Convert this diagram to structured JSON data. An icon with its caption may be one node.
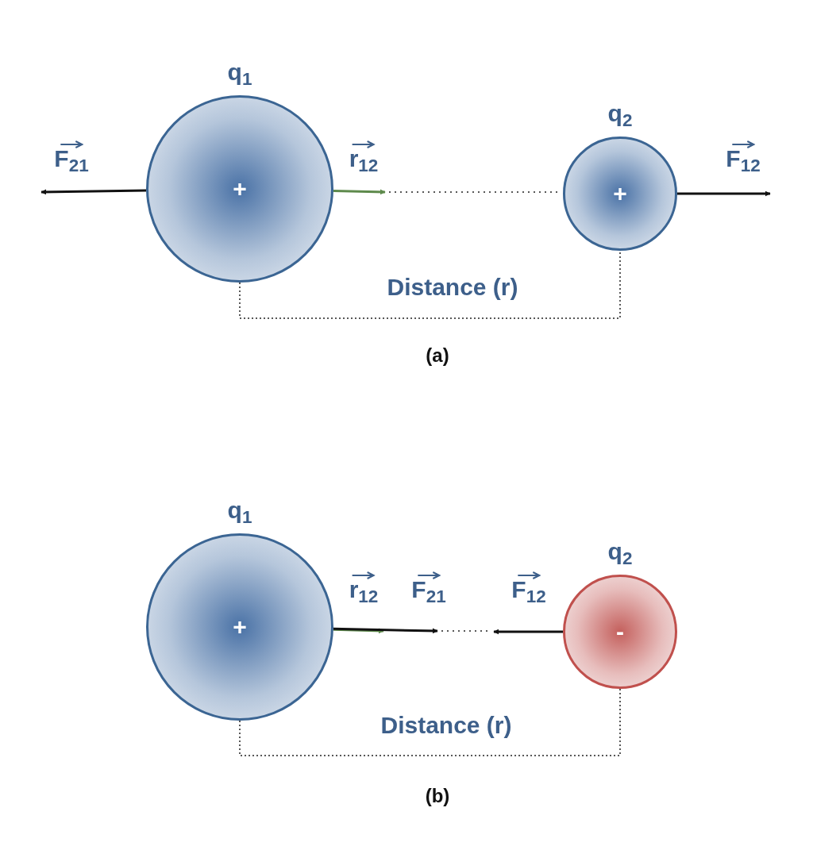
{
  "diagram": {
    "nodes": [
      {
        "text": [
          "+"
        ],
        "beside": [
          "q$_{1}$"
        ]
      },
      {
        "text": [
          "+"
        ],
        "beside": [
          "q$_{2}$"
        ]
      },
      {
        "text": [
          "+"
        ],
        "beside": [
          "q$_{1}$"
        ]
      },
      {
        "text": [
          "-"
        ],
        "beside": [
          "q$_{2}$"
        ]
      }
    ],
    "edges": [
      {
        "from": 0,
        "to": null,
        "arrow": "to",
        "label": "F$_{21}$"
      },
      {
        "from": 0,
        "to": null,
        "arrow": "to",
        "label": "r$_{12}$",
        "color": "#5e8a4c"
      },
      {
        "from": 1,
        "to": null,
        "arrow": "to",
        "label": "F$_{12}$"
      },
      {
        "from": 2,
        "to": null,
        "arrow": "to",
        "label": "r$_{12}$",
        "color": "#5e8a4c"
      },
      {
        "from": 2,
        "to": null,
        "arrow": "to",
        "label": "F$_{21}$"
      },
      {
        "from": 3,
        "to": null,
        "arrow": "to",
        "label": "F$_{12}$"
      }
    ],
    "labels": [
      "Distance (r)",
      "(a)",
      "Distance (r)",
      "(b)"
    ]
  }
}
